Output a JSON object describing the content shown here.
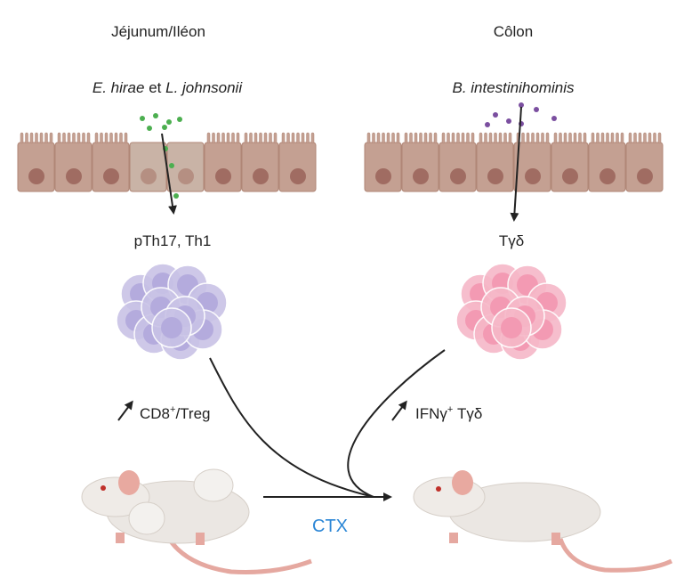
{
  "regions": {
    "left_title": "Jéjunum/Iléon",
    "right_title": "Côlon"
  },
  "bacteria": {
    "left_species_1": "E. hirae",
    "left_connector": "et",
    "left_species_2": "L. johnsonii",
    "right_species": "B. intestinihominis",
    "left_color": "#4caf50",
    "right_color": "#7b4fa0"
  },
  "cells": {
    "left_label": "pTh17, Th1",
    "right_label": "Tγδ",
    "left_color": "#c9c3e6",
    "right_color": "#f6b8c8"
  },
  "effects": {
    "left_prefix": "CD8",
    "left_sup": "+",
    "left_suffix": "/Treg",
    "right_prefix": "IFNγ",
    "right_sup": "+",
    "right_suffix": " Tγδ",
    "increase_icon": "arrow-up-right-icon"
  },
  "treatment": {
    "label": "CTX",
    "color": "#2b86d6"
  }
}
